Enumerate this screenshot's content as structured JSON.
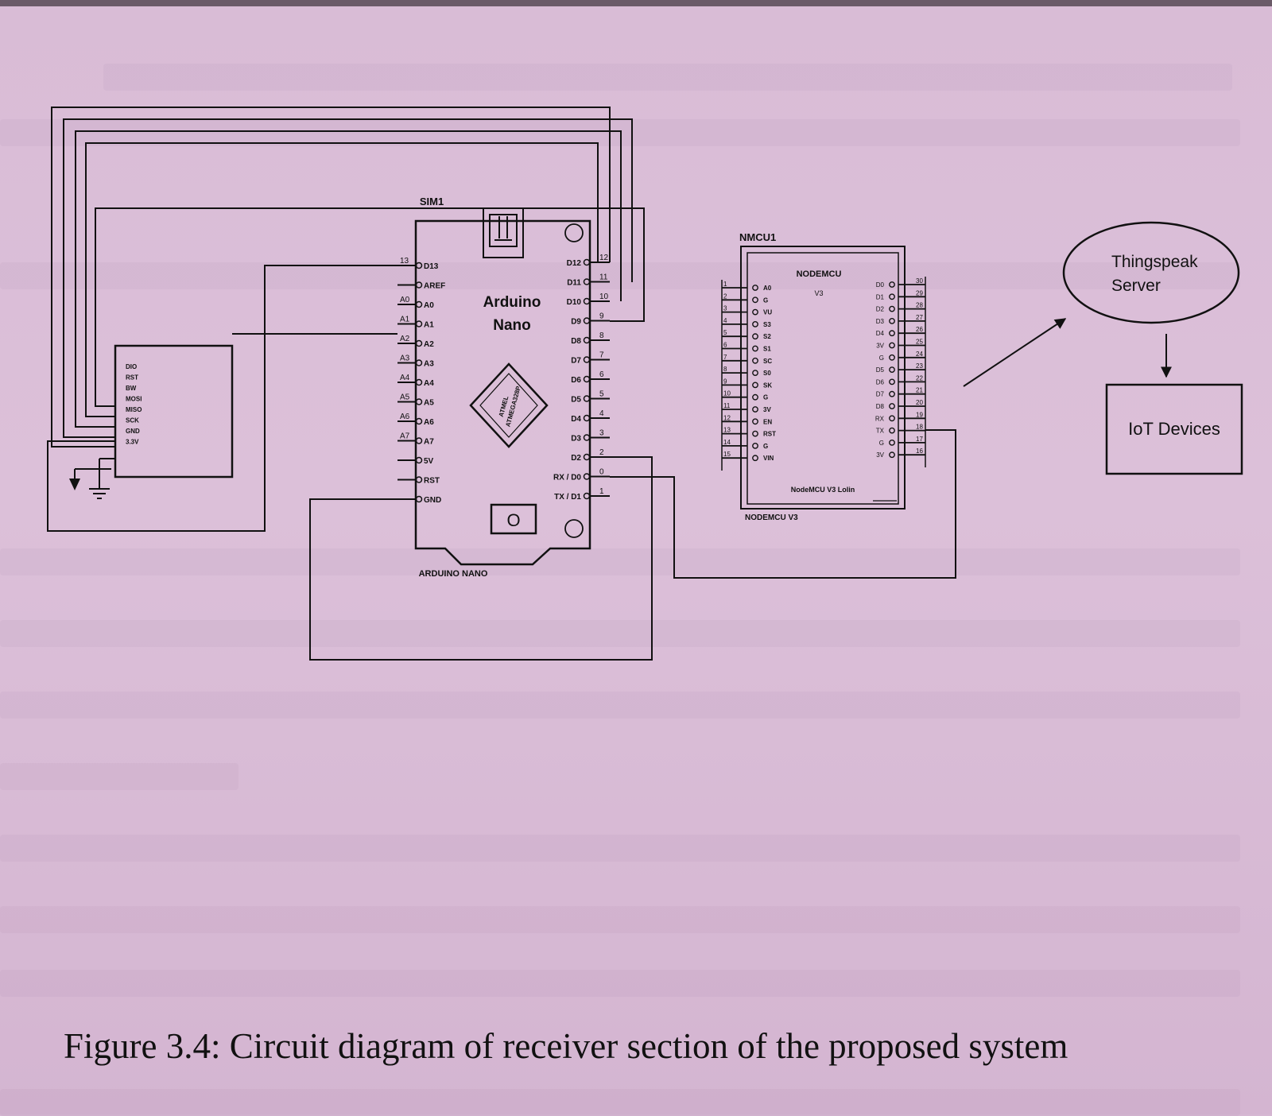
{
  "figure": {
    "caption": "Figure 3.4: Circuit diagram of receiver section of the proposed system"
  },
  "sim": {
    "ref": "SIM1",
    "pins": [
      "DIO",
      "RST",
      "BW",
      "MOSI",
      "MISO",
      "SCK",
      "GND",
      "3.3V"
    ]
  },
  "arduino": {
    "name_line1": "Arduino",
    "name_line2": "Nano",
    "footer": "ARDUINO NANO",
    "chip_line1": "ATMEL",
    "chip_line2": "ATMEGA328P",
    "button": "O",
    "left_pins": [
      {
        "num": "13",
        "label": "D13"
      },
      {
        "num": "",
        "label": "AREF"
      },
      {
        "num": "A0",
        "label": "A0"
      },
      {
        "num": "A1",
        "label": "A1"
      },
      {
        "num": "A2",
        "label": "A2"
      },
      {
        "num": "A3",
        "label": "A3"
      },
      {
        "num": "A4",
        "label": "A4"
      },
      {
        "num": "A5",
        "label": "A5"
      },
      {
        "num": "A6",
        "label": "A6"
      },
      {
        "num": "A7",
        "label": "A7"
      },
      {
        "num": "",
        "label": "5V"
      },
      {
        "num": "",
        "label": "RST"
      },
      {
        "num": "",
        "label": "GND"
      }
    ],
    "right_pins": [
      {
        "num": "12",
        "label": "D12"
      },
      {
        "num": "11",
        "label": "D11"
      },
      {
        "num": "10",
        "label": "D10"
      },
      {
        "num": "9",
        "label": "D9"
      },
      {
        "num": "8",
        "label": "D8"
      },
      {
        "num": "7",
        "label": "D7"
      },
      {
        "num": "6",
        "label": "D6"
      },
      {
        "num": "5",
        "label": "D5"
      },
      {
        "num": "4",
        "label": "D4"
      },
      {
        "num": "3",
        "label": "D3"
      },
      {
        "num": "2",
        "label": "D2"
      },
      {
        "num": "0",
        "label": "RX / D0"
      },
      {
        "num": "1",
        "label": "TX / D1"
      }
    ]
  },
  "nodemcu": {
    "ref": "NMCU1",
    "title_line1": "NODEMCU",
    "title_line2": "V3",
    "inner_footer": "NodeMCU V3 Lolin",
    "outer_footer": "NODEMCU V3",
    "left_pins": [
      {
        "num": "1",
        "label": "A0"
      },
      {
        "num": "2",
        "label": "G"
      },
      {
        "num": "3",
        "label": "VU"
      },
      {
        "num": "4",
        "label": "S3"
      },
      {
        "num": "5",
        "label": "S2"
      },
      {
        "num": "6",
        "label": "S1"
      },
      {
        "num": "7",
        "label": "SC"
      },
      {
        "num": "8",
        "label": "S0"
      },
      {
        "num": "9",
        "label": "SK"
      },
      {
        "num": "10",
        "label": "G"
      },
      {
        "num": "11",
        "label": "3V"
      },
      {
        "num": "12",
        "label": "EN"
      },
      {
        "num": "13",
        "label": "RST"
      },
      {
        "num": "14",
        "label": "G"
      },
      {
        "num": "15",
        "label": "VIN"
      }
    ],
    "right_pins": [
      {
        "num": "30",
        "label": "D0"
      },
      {
        "num": "29",
        "label": "D1"
      },
      {
        "num": "28",
        "label": "D2"
      },
      {
        "num": "27",
        "label": "D3"
      },
      {
        "num": "26",
        "label": "D4"
      },
      {
        "num": "25",
        "label": "3V"
      },
      {
        "num": "24",
        "label": "G"
      },
      {
        "num": "23",
        "label": "D5"
      },
      {
        "num": "22",
        "label": "D6"
      },
      {
        "num": "21",
        "label": "D7"
      },
      {
        "num": "20",
        "label": "D8"
      },
      {
        "num": "19",
        "label": "RX"
      },
      {
        "num": "18",
        "label": "TX"
      },
      {
        "num": "17",
        "label": "G"
      },
      {
        "num": "16",
        "label": "3V"
      }
    ]
  },
  "cloud": {
    "server_line1": "Thingspeak",
    "server_line2": "Server",
    "devices": "IoT Devices"
  }
}
